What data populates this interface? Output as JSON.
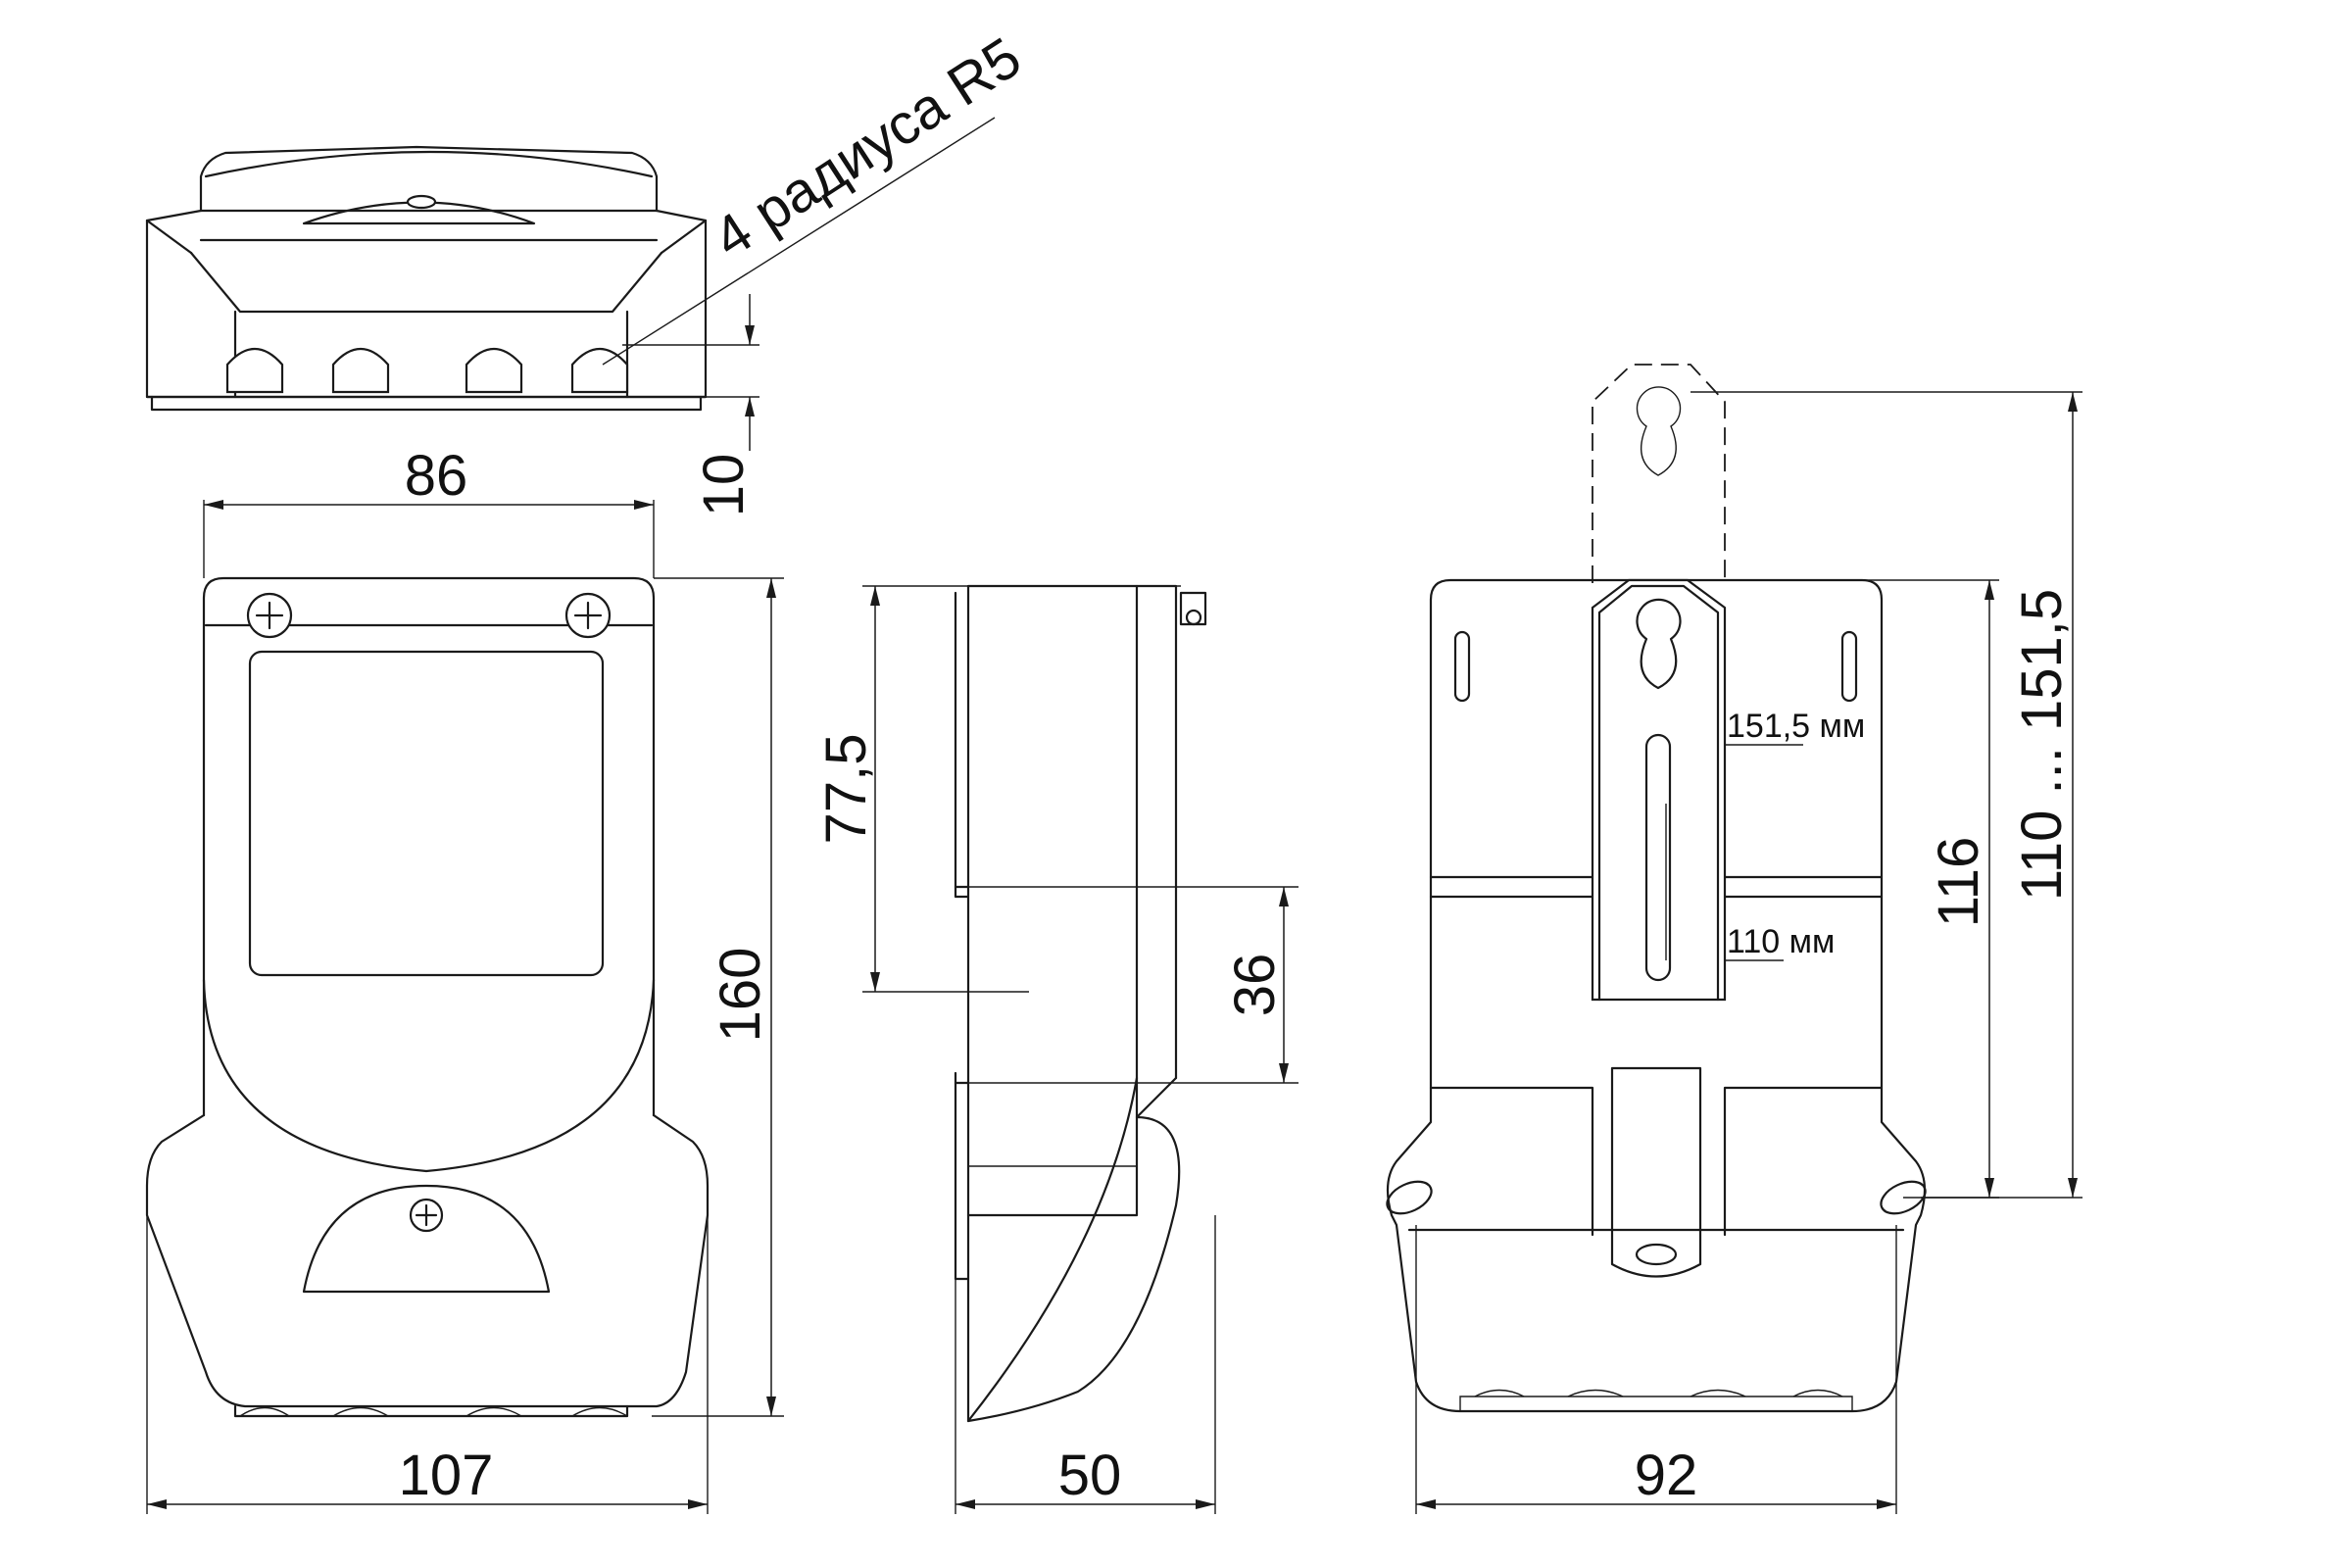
{
  "labels": {
    "radius_note": "4 радиуса R5",
    "dim_top_10": "10",
    "dim_width_86": "86",
    "dim_height_160": "160",
    "dim_width_107": "107",
    "dim_height_77_5": "77,5",
    "dim_height_36": "36",
    "dim_width_50": "50",
    "dim_width_92": "92",
    "dim_height_116": "116",
    "dim_range": "110 ... 151,5",
    "mark_151_5": "151,5 мм",
    "mark_110": "110 мм"
  }
}
